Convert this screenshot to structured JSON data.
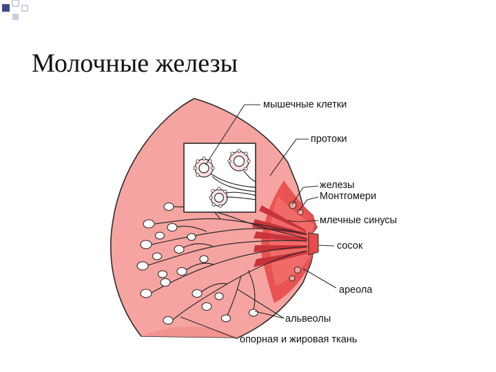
{
  "slide": {
    "title": "Молочные железы"
  },
  "colors": {
    "tissue": "#f6a4a1",
    "tissue_dark": "#ee7b78",
    "areola": "#e84a4a",
    "outline": "#2a2a2a",
    "corner_blue": "#3d4a8a"
  },
  "diagram": {
    "labels": {
      "muscle_cells": "мышечные клетки",
      "ducts": "протоки",
      "glands_line1": "железы",
      "glands_line2": "Монтгомери",
      "milk_sinuses": "млечные синусы",
      "nipple": "сосок",
      "areola": "ареола",
      "alveoli": "альвеолы",
      "support_tissue": "опорная и жировая ткань"
    }
  }
}
